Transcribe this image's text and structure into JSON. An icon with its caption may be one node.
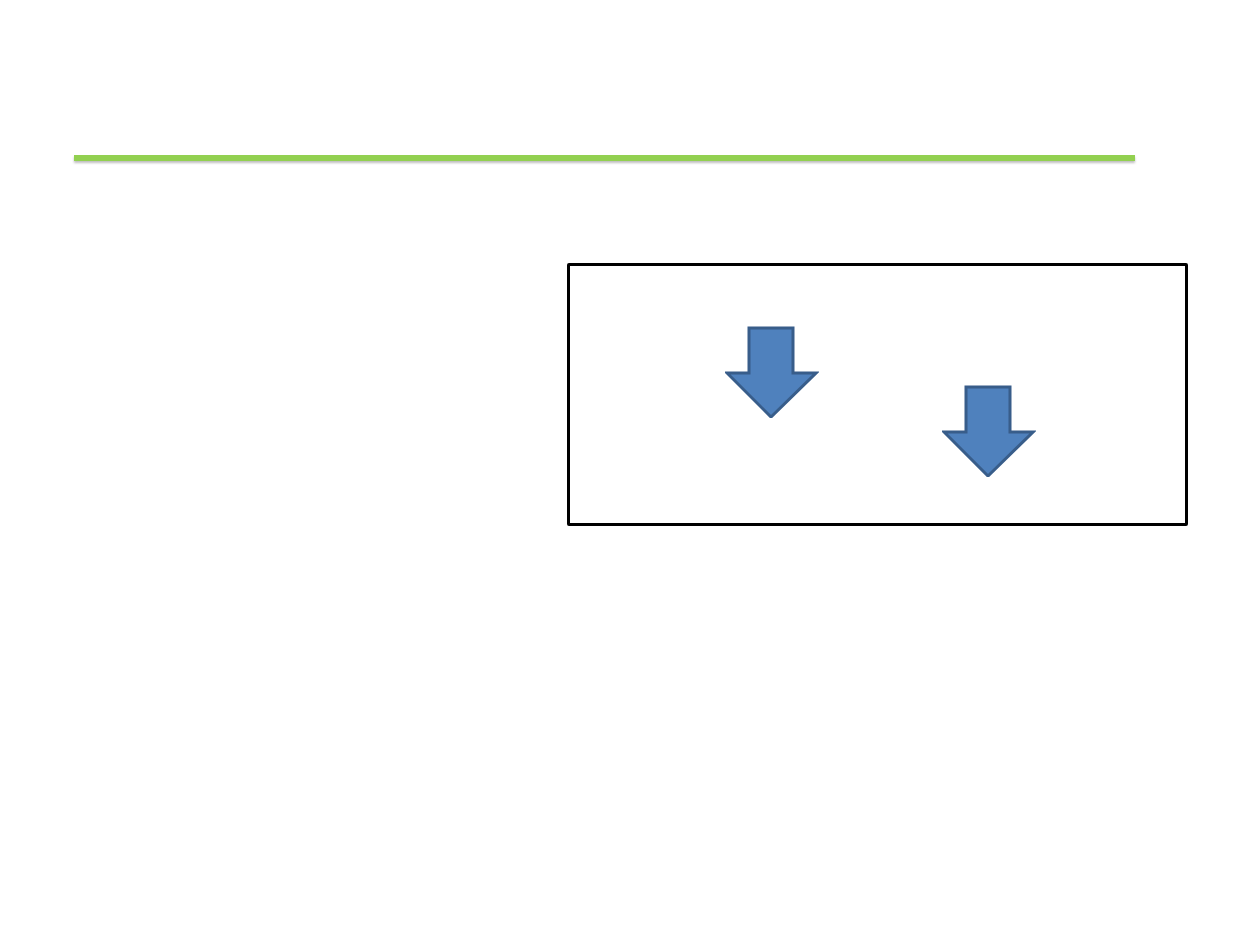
{
  "diagram": {
    "nodes": [
      {
        "text": [],
        "shape": "box"
      },
      {
        "text": [],
        "shape": "arrow",
        "in": 0
      },
      {
        "text": [],
        "shape": "arrow",
        "in": 0
      }
    ]
  }
}
